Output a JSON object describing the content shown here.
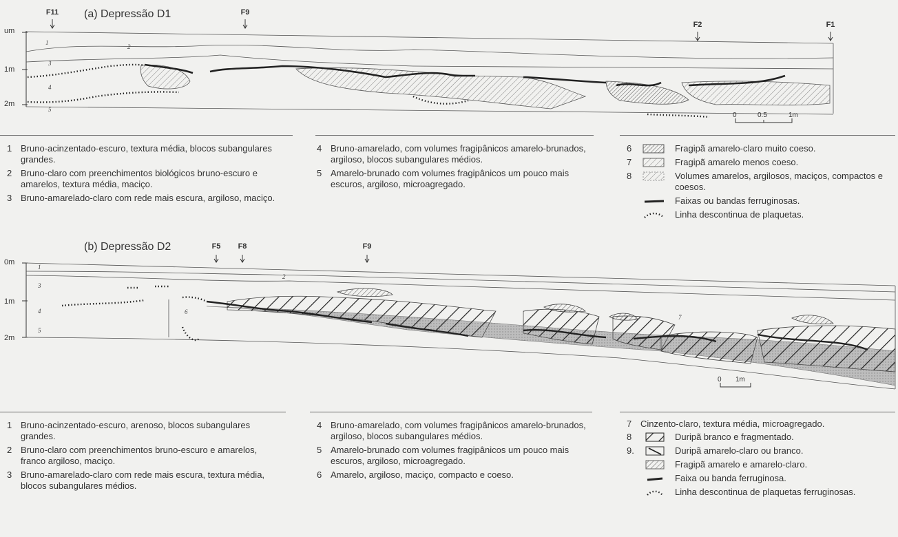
{
  "section_a": {
    "title": "(a) Depressão D1",
    "profile_labels": [
      "F11",
      "F9",
      "F2",
      "F1"
    ],
    "depths": [
      "um",
      "1m",
      "2m"
    ],
    "scale": {
      "zero": "0",
      "half": "0.5",
      "one": "1m"
    },
    "layer_hints": [
      "1",
      "2",
      "3",
      "4",
      "5"
    ],
    "legend_col1": [
      {
        "n": "1",
        "text": "Bruno-acinzentado-escuro, textura média, blocos subangulares grandes."
      },
      {
        "n": "2",
        "text": "Bruno-claro com preenchimentos biológicos bruno-escuro e amarelos, textura média, maciço."
      },
      {
        "n": "3",
        "text": "Bruno-amarelado-claro com rede mais escura, argiloso, maciço."
      }
    ],
    "legend_col2": [
      {
        "n": "4",
        "text": "Bruno-amarelado, com volumes fragipânicos amarelo-brunados, argiloso, blocos subangulares médios."
      },
      {
        "n": "5",
        "text": "Amarelo-brunado com volumes fragipânicos um pouco mais escuros, argiloso, microagregado."
      }
    ],
    "legend_col3": [
      {
        "n": "6",
        "symbol": "fragipa-dense",
        "text": "Fragipã amarelo-claro muito coeso."
      },
      {
        "n": "7",
        "symbol": "fragipa-light",
        "text": "Fragipã amarelo menos coeso."
      },
      {
        "n": "8",
        "symbol": "yellow-volumes",
        "text": "Volumes amarelos, argilosos, maciços, compactos e coesos."
      },
      {
        "n": "",
        "symbol": "ferruginous-band",
        "text": "Faixas ou bandas ferruginosas."
      },
      {
        "n": "",
        "symbol": "plaquetas-line",
        "text": "Linha descontinua de plaquetas."
      }
    ]
  },
  "section_b": {
    "title": "(b) Depressão D2",
    "profile_labels": [
      "F5",
      "F8",
      "F9"
    ],
    "depths": [
      "0m",
      "1m",
      "2m"
    ],
    "scale": {
      "zero": "0",
      "one": "1m"
    },
    "layer_hints": [
      "1",
      "2",
      "3",
      "4",
      "5",
      "6",
      "7"
    ],
    "legend_col1": [
      {
        "n": "1",
        "text": "Bruno-acinzentado-escuro, arenoso, blocos subangulares grandes."
      },
      {
        "n": "2",
        "text": "Bruno-claro com preenchimentos bruno-escuro e amarelos, franco argiloso, maciço."
      },
      {
        "n": "3",
        "text": "Bruno-amarelado-claro com rede mais escura, textura média, blocos subangulares médios."
      }
    ],
    "legend_col2": [
      {
        "n": "4",
        "text": "Bruno-amarelado, com volumes fragipânicos amarelo-brunados, argiloso, blocos subangulares médios."
      },
      {
        "n": "5",
        "text": "Amarelo-brunado com volumes fragipânicos um pouco mais escuros, argiloso, microagregado."
      },
      {
        "n": "6",
        "text": "Amarelo, argiloso, maciço, compacto e coeso."
      }
    ],
    "legend_col3": [
      {
        "n": "7",
        "symbol": "",
        "text": "Cinzento-claro, textura média, microagregado."
      },
      {
        "n": "8",
        "symbol": "duripa-fragmented",
        "text": "Duripã branco e fragmentado."
      },
      {
        "n": "9.",
        "symbol": "duripa-diagonal",
        "text": "Duripã amarelo-claro ou branco."
      },
      {
        "n": "",
        "symbol": "fragipa-yellow",
        "text": "Fragipã amarelo e amarelo-claro."
      },
      {
        "n": "",
        "symbol": "ferruginous-band",
        "text": "Faixa ou banda ferruginosa."
      },
      {
        "n": "",
        "symbol": "plaquetas-line",
        "text": "Linha descontinua de plaquetas ferruginosas."
      }
    ]
  },
  "colors": {
    "ink": "#333333",
    "hatch": "#555555",
    "paper": "#f1f1ef"
  }
}
